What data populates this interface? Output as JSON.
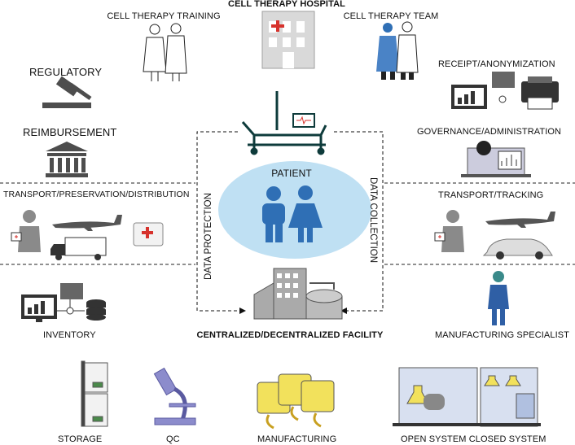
{
  "hospital": {
    "title": "CELL THERAPY HOSPITAL",
    "training": "CELL THERAPY TRAINING",
    "team": "CELL THERAPY TEAM"
  },
  "left": {
    "regulatory": "REGULATORY",
    "reimbursement": "REIMBURSEMENT",
    "transport": "TRANSPORT/PRESERVATION/DISTRIBUTION",
    "inventory": "INVENTORY"
  },
  "right": {
    "receipt": "RECEIPT/ANONYMIZATION",
    "governance": "GOVERNANCE/ADMINISTRATION",
    "transport": "TRANSPORT/TRACKING",
    "specialist": "MANUFACTURING SPECIALIST"
  },
  "center": {
    "patient": "PATIENT",
    "data_protection": "DATA PROTECTION",
    "data_collection": "DATA COLLECTION",
    "facility": "CENTRALIZED/DECENTRALIZED FACILITY"
  },
  "bottom": {
    "storage": "STORAGE",
    "qc": "QC",
    "manufacturing": "MANUFACTURING",
    "systems": "OPEN SYSTEM CLOSED SYSTEM"
  },
  "colors": {
    "accent_blue": "#2f6fb5",
    "patient_ellipse": "#bfe0f3",
    "icon_gray": "#4d4d4d",
    "red_cross": "#d6322c",
    "yellow": "#f2e15c"
  }
}
